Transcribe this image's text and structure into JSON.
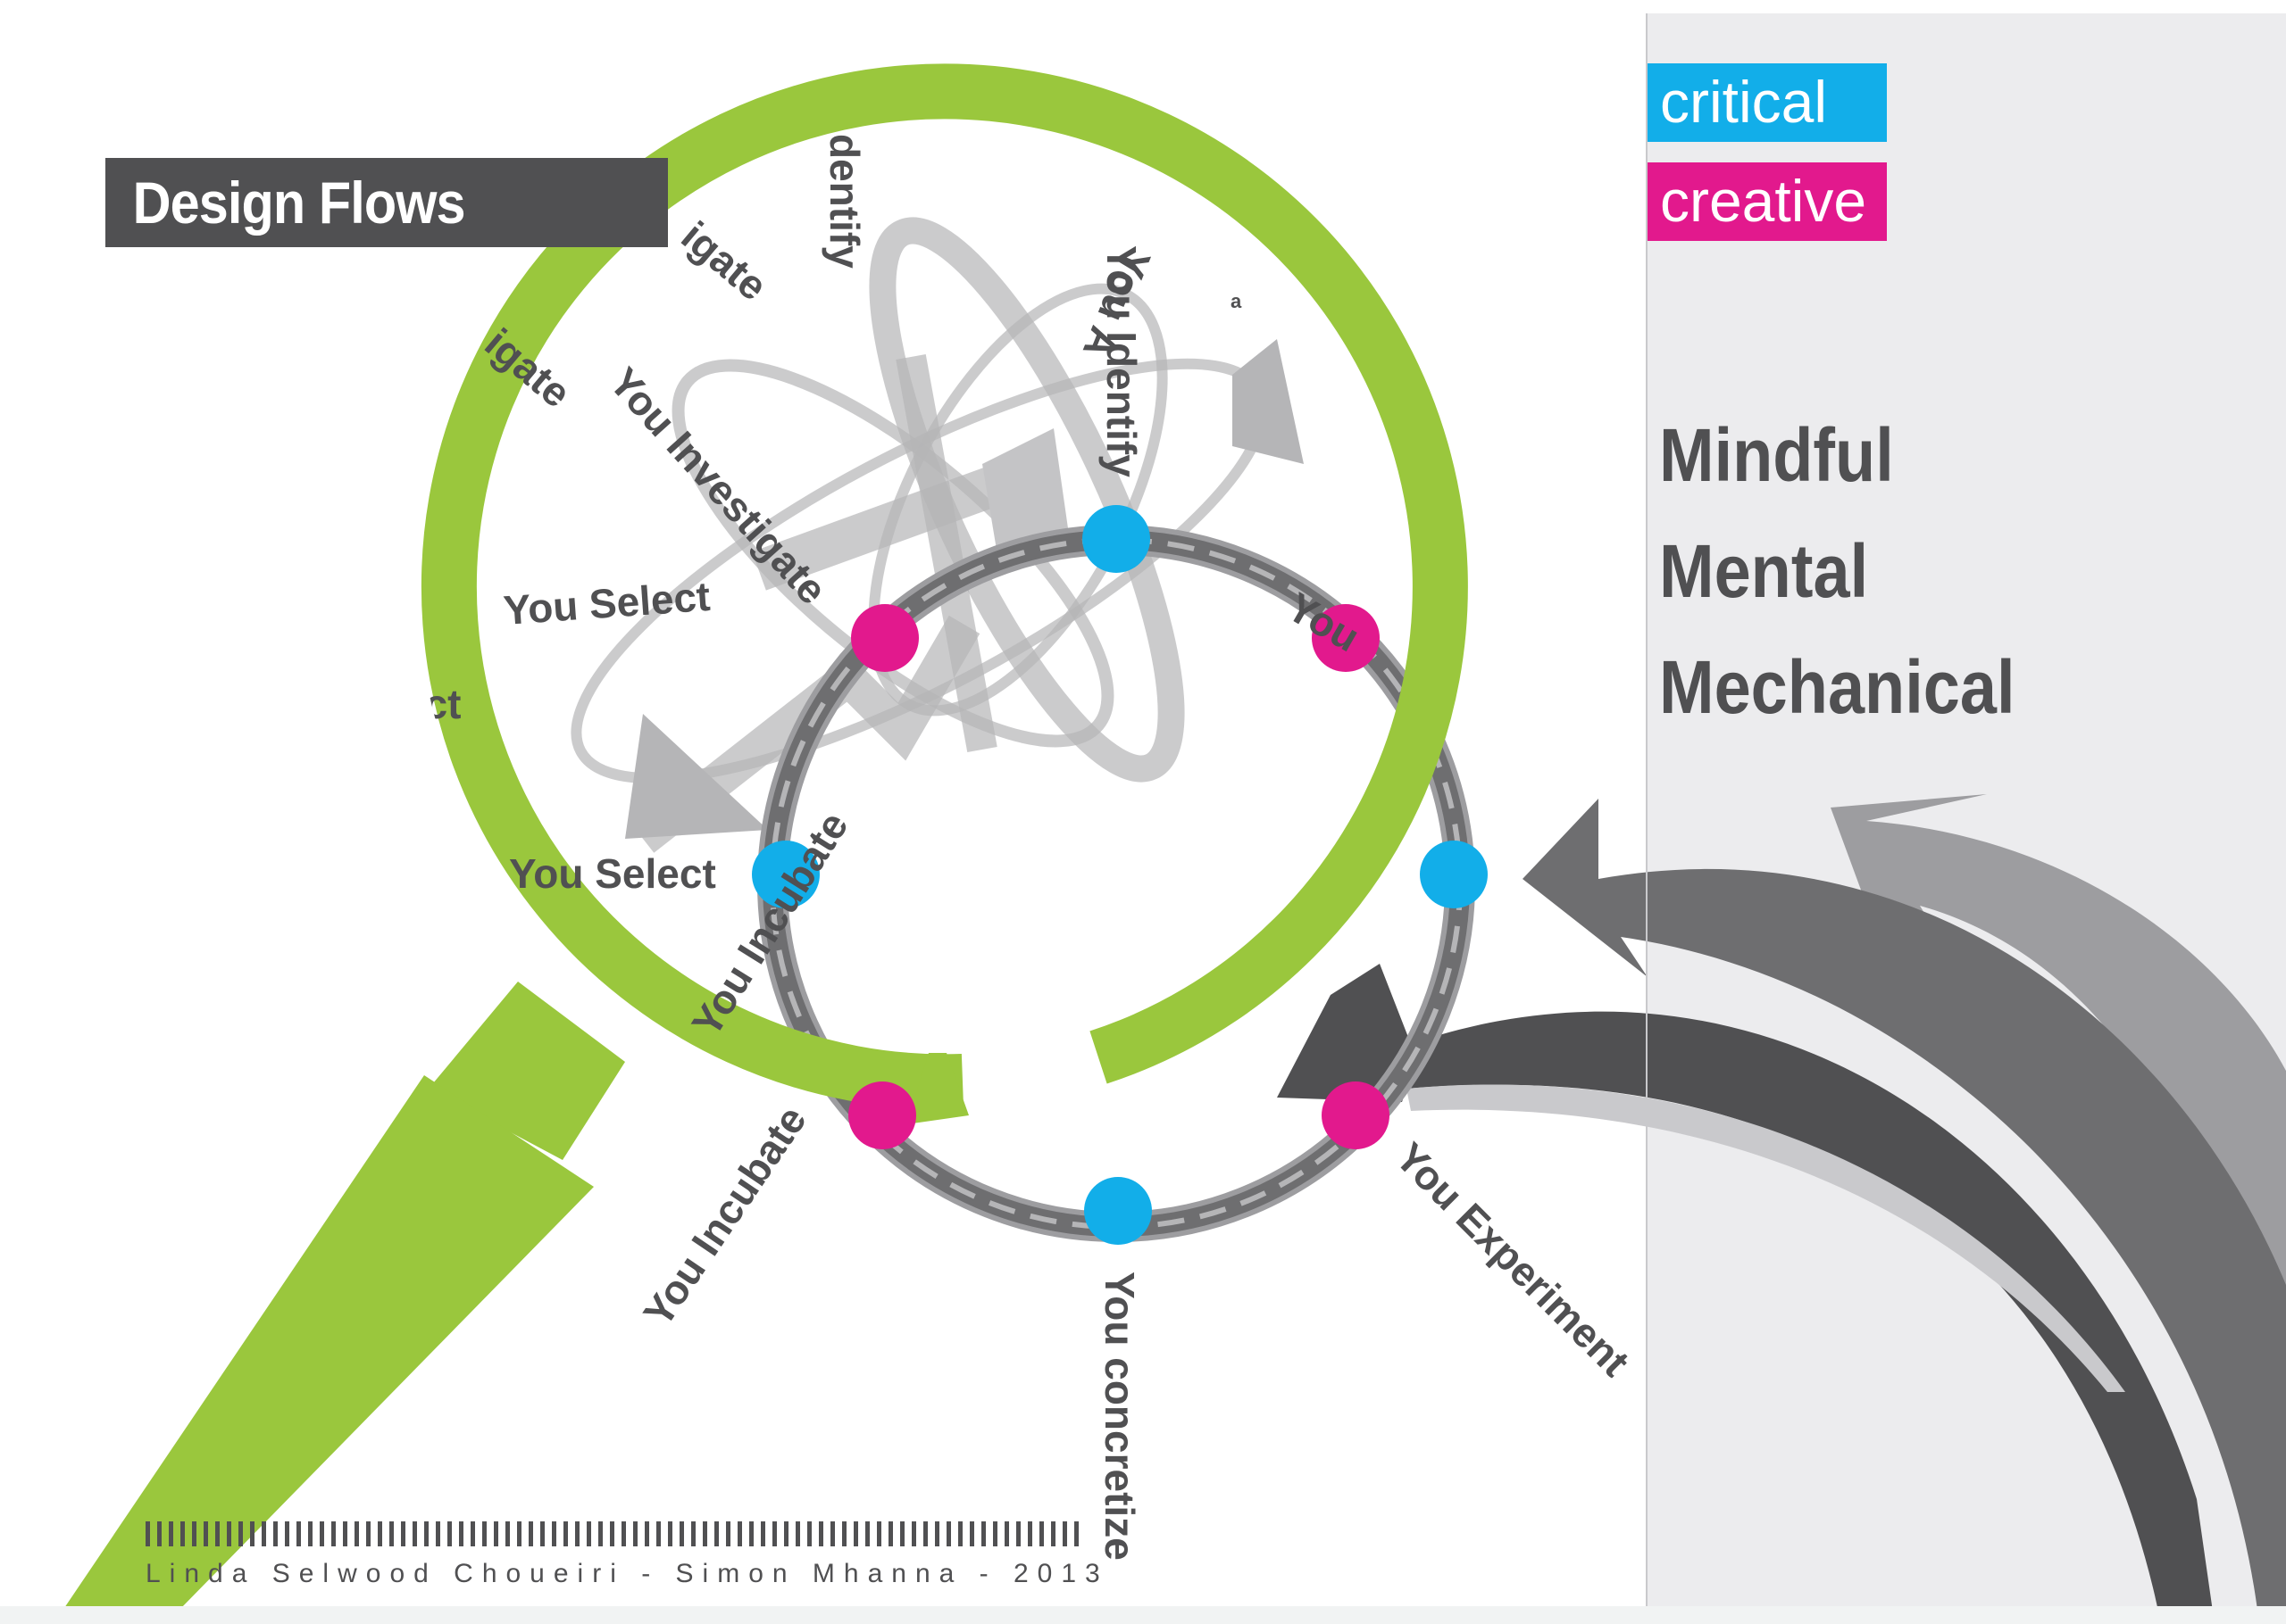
{
  "header": {
    "title": "Design Flows Process"
  },
  "legend": {
    "critical": {
      "label": "critical",
      "color": "#12aee9"
    },
    "creative": {
      "label": "creative",
      "color": "#e2198d"
    }
  },
  "panel": {
    "words": [
      "Mindful",
      "Mental",
      "Mechanical"
    ]
  },
  "process": {
    "stages": [
      {
        "label": "You Select",
        "type": "critical"
      },
      {
        "label": "You Investigate",
        "type": "creative"
      },
      {
        "label": "You Identify",
        "type": "critical"
      },
      {
        "label": "You",
        "type": "creative"
      },
      {
        "label": "You Experiment",
        "type": "creative"
      },
      {
        "label": "You concretize",
        "type": "critical"
      },
      {
        "label": "You Incubate",
        "type": "creative"
      }
    ],
    "ghost_labels": [
      "dentify",
      "igate",
      "igate",
      "ect",
      "You Select",
      "You Incubate",
      "You A",
      "a"
    ]
  },
  "footer": {
    "credits": "Linda Selwood Choueiri - Simon Mhanna - 2013"
  },
  "colors": {
    "lens": "#9ac73d",
    "dark_gray": "#505052",
    "mid_gray": "#6e6e70",
    "light_gray": "#9d9da0",
    "panel_bg": "#ececee"
  }
}
